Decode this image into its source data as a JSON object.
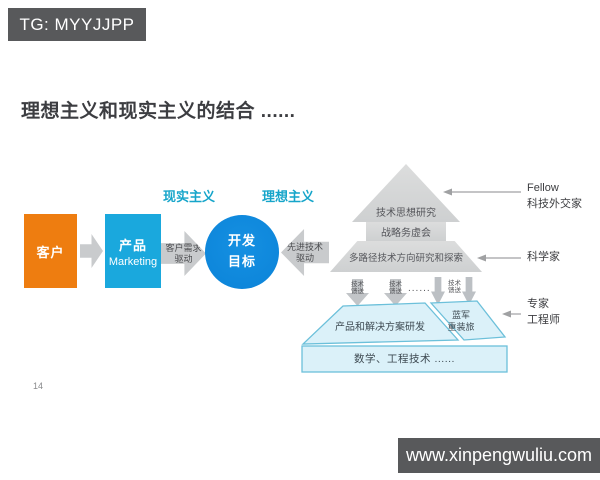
{
  "header": {
    "telegram_badge": "TG: MYYJJPP"
  },
  "footer": {
    "website_badge": "www.xinpengwuliu.com",
    "page_number": "14"
  },
  "slide": {
    "title": "理想主义和现实主义的结合 ......",
    "labels": {
      "realism": "现实主义",
      "idealism": "理想主义"
    },
    "flow": {
      "customer": "客户",
      "product_line1": "产品",
      "product_line2": "Marketing",
      "demand_arrow": "客户需求 驱动",
      "goal_line1": "开发",
      "goal_line2": "目标",
      "tech_arrow": "先进技术 驱动"
    },
    "pyramid": {
      "top": "技术思想研究",
      "middle": "战略务虚会",
      "bottom": "多路径技术方向研究和探索"
    },
    "feed": {
      "arrow_label": "技术 馈送",
      "dots": "......"
    },
    "platform": {
      "main": "产品和解决方案研发",
      "blue_army_line1": "蓝军",
      "blue_army_line2": "重装旅",
      "base": "数学、工程技术 ......"
    },
    "roles": [
      {
        "line1": "Fellow",
        "line2": "科技外交家"
      },
      {
        "line1": "科学家",
        "line2": ""
      },
      {
        "line1": "专家",
        "line2": "工程师"
      }
    ]
  },
  "colors": {
    "badge_bg": "#58595b",
    "accent_orange": "#ee7d10",
    "accent_blue": "#1aa8dd",
    "circle_blue": "#0d86db",
    "cyan_label": "#16a5ca",
    "pyramid_gray": "#d5d6d7",
    "platform_fill": "#dbf1f9",
    "platform_border": "#6cc0da"
  }
}
